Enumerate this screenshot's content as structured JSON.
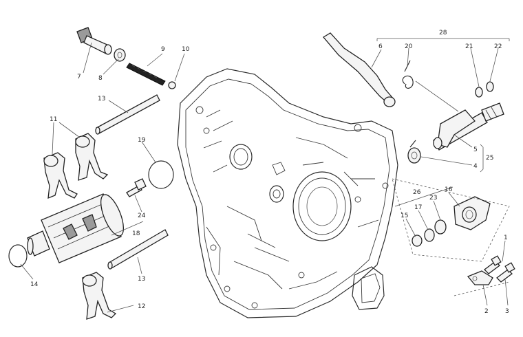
{
  "callouts": [
    {
      "id": "c7",
      "label": "7"
    },
    {
      "id": "c8",
      "label": "8"
    },
    {
      "id": "c9",
      "label": "9"
    },
    {
      "id": "c10",
      "label": "10"
    },
    {
      "id": "c13a",
      "label": "13"
    },
    {
      "id": "c11",
      "label": "11"
    },
    {
      "id": "c19",
      "label": "19"
    },
    {
      "id": "c24",
      "label": "24"
    },
    {
      "id": "c18",
      "label": "18"
    },
    {
      "id": "c14",
      "label": "14"
    },
    {
      "id": "c13b",
      "label": "13"
    },
    {
      "id": "c12",
      "label": "12"
    },
    {
      "id": "c28",
      "label": "28"
    },
    {
      "id": "c6",
      "label": "6"
    },
    {
      "id": "c20",
      "label": "20"
    },
    {
      "id": "c21",
      "label": "21"
    },
    {
      "id": "c22",
      "label": "22"
    },
    {
      "id": "c5",
      "label": "5"
    },
    {
      "id": "c4",
      "label": "4"
    },
    {
      "id": "c25a",
      "label": "25"
    },
    {
      "id": "c26",
      "label": "26"
    },
    {
      "id": "c16",
      "label": "16"
    },
    {
      "id": "c15",
      "label": "15"
    },
    {
      "id": "c17",
      "label": "17"
    },
    {
      "id": "c23",
      "label": "23"
    },
    {
      "id": "c1",
      "label": "1"
    },
    {
      "id": "c2",
      "label": "2"
    },
    {
      "id": "c3",
      "label": "3"
    }
  ]
}
